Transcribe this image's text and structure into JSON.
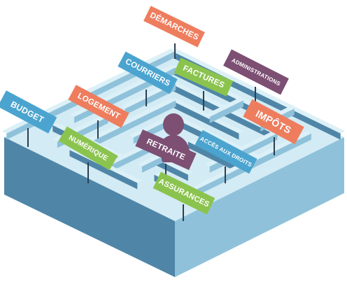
{
  "illustration": {
    "colors": {
      "maze_top": "#c6e6f1",
      "maze_top_light": "#dcf0f7",
      "maze_wall_side": "#4f86a8",
      "maze_wall_front": "#8fc2da",
      "maze_floor": "#d3ebf4",
      "person": "#7c4f73",
      "pole": "#2c3e50"
    },
    "signs": [
      {
        "key": "demarches",
        "label": "DÉMARCHES",
        "color": "#ee7d5e"
      },
      {
        "key": "courriers",
        "label": "COURRIERS",
        "color": "#4aa4cf"
      },
      {
        "key": "factures",
        "label": "FACTURES",
        "color": "#8bc34f"
      },
      {
        "key": "administrations",
        "label": "ADMINISTRATIONS",
        "color": "#7c4f73"
      },
      {
        "key": "logement",
        "label": "LOGEMENT",
        "color": "#ee7d5e"
      },
      {
        "key": "budget",
        "label": "BUDGET",
        "color": "#4aa4cf"
      },
      {
        "key": "numerique",
        "label": "NUMÉRIQUE",
        "color": "#8bc34f"
      },
      {
        "key": "retraite",
        "label": "RETRAITE",
        "color": "#7c4f73"
      },
      {
        "key": "impots",
        "label": "IMPÔTS",
        "color": "#ee7d5e"
      },
      {
        "key": "acces_aux_droits",
        "label": "ACCÈS AUX DROITS",
        "color": "#4aa4cf"
      },
      {
        "key": "assurances",
        "label": "ASSURANCES",
        "color": "#8bc34f"
      }
    ]
  }
}
